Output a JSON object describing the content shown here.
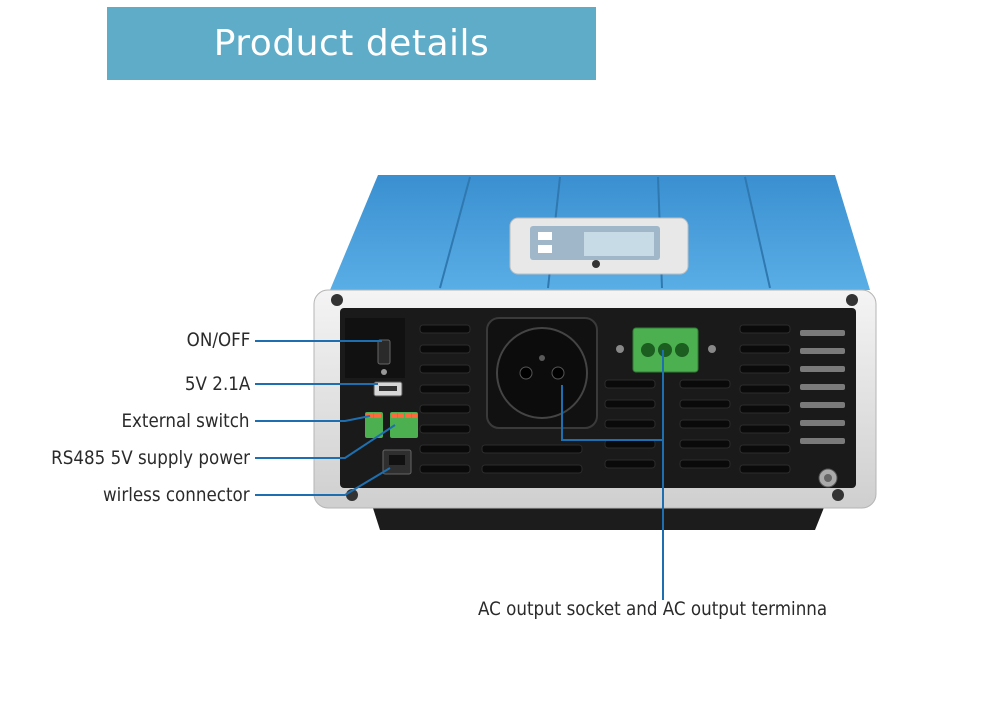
{
  "header": {
    "title": "Product details"
  },
  "callouts": {
    "on_off": "ON/OFF",
    "usb": "5V 2.1A",
    "external_switch": "External switch",
    "rs485": "RS485 5V supply power",
    "wireless": "wirless connector",
    "ac_output": "AC output socket and AC output terminna"
  },
  "colors": {
    "banner": "#5eacc7",
    "device_blue": "#3e9ad6",
    "leader_line": "#1e6fb0",
    "terminal_green": "#4caf50"
  }
}
